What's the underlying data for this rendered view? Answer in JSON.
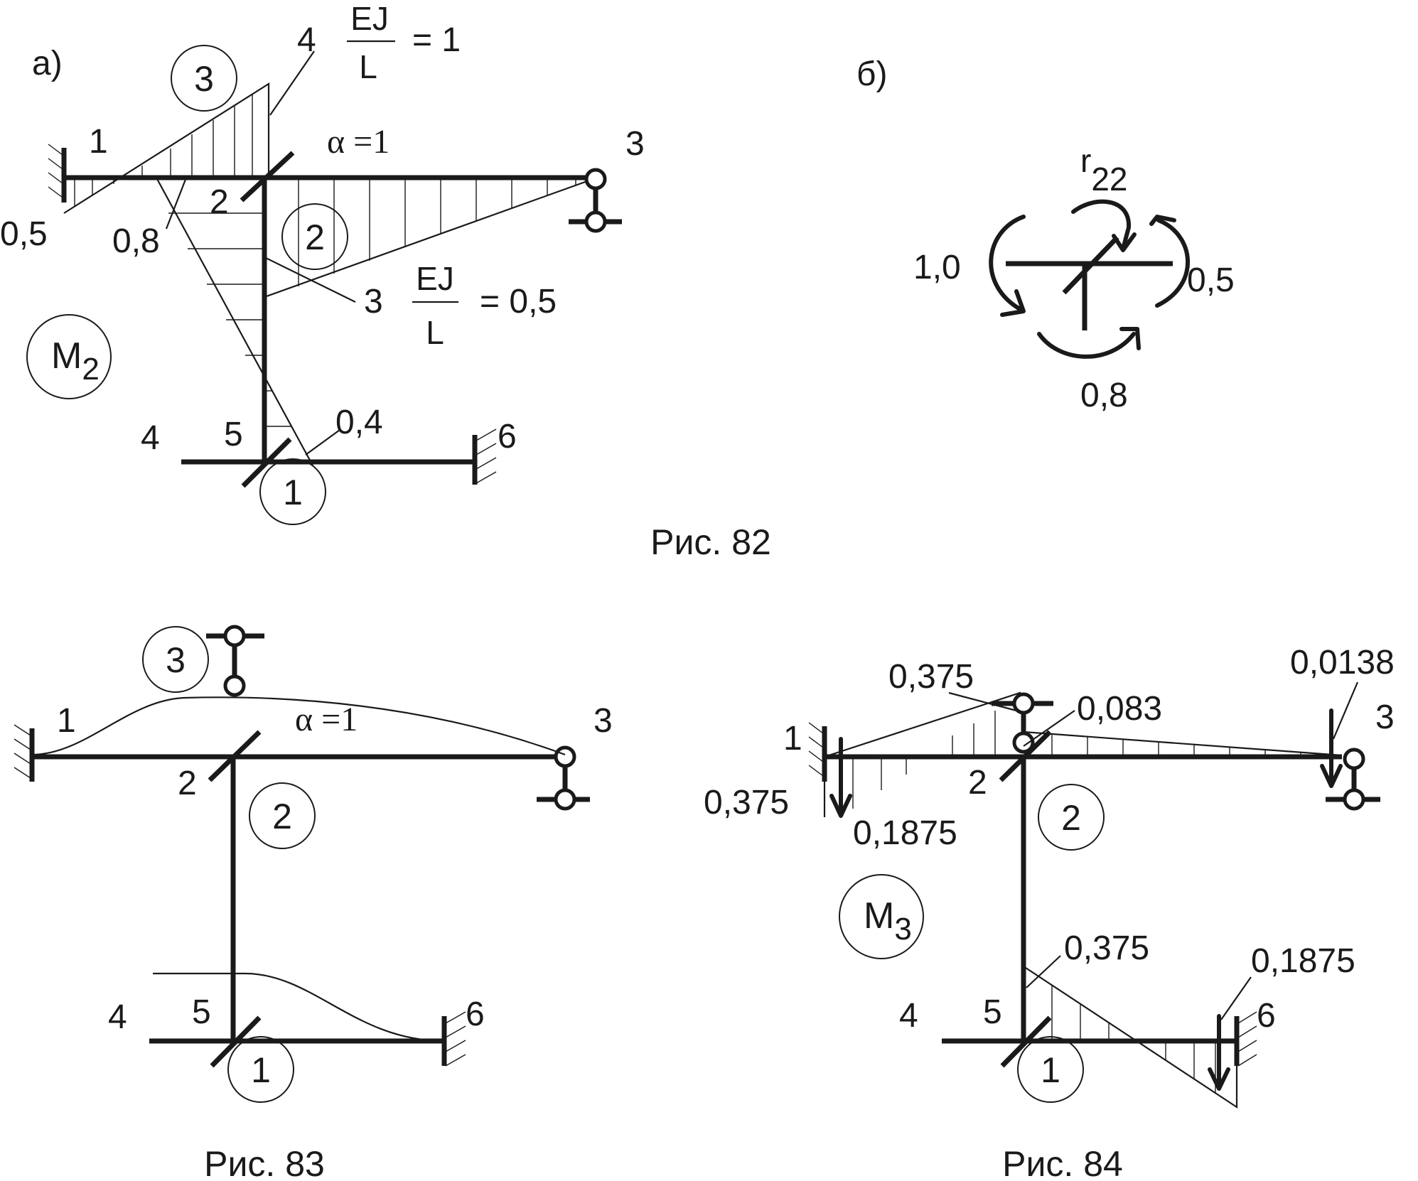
{
  "fig82": {
    "caption": "Рис. 82",
    "part_a": {
      "label": "а)",
      "diagram_label": "M",
      "diagram_sub": "2",
      "nodes": [
        "1",
        "2",
        "3",
        "4",
        "5",
        "6"
      ],
      "elements": [
        "1",
        "2",
        "3"
      ],
      "alpha": "α =1",
      "annot_top_coef": "4",
      "annot_top_num": "EJ",
      "annot_top_den": "L",
      "annot_top_val": "= 1",
      "annot_mid_coef": "3",
      "annot_mid_num": "EJ",
      "annot_mid_den": "L",
      "annot_mid_val": "= 0,5",
      "values": [
        "0,5",
        "0,8",
        "0,4"
      ]
    },
    "part_b": {
      "label": "б)",
      "r_label": "r",
      "r_sub": "22",
      "values": [
        "1,0",
        "0,5",
        "0,8"
      ]
    }
  },
  "fig83": {
    "caption": "Рис. 83",
    "nodes": [
      "1",
      "2",
      "3",
      "4",
      "5",
      "6"
    ],
    "elements": [
      "1",
      "2",
      "3"
    ],
    "alpha": "α =1"
  },
  "fig84": {
    "caption": "Рис. 84",
    "diagram_label": "M",
    "diagram_sub": "3",
    "nodes": [
      "1",
      "2",
      "3",
      "4",
      "5",
      "6"
    ],
    "elements": [
      "1",
      "2"
    ],
    "values": [
      "0,375",
      "0,083",
      "0,0138",
      "0,375",
      "0,1875",
      "0,375",
      "0,1875"
    ]
  }
}
